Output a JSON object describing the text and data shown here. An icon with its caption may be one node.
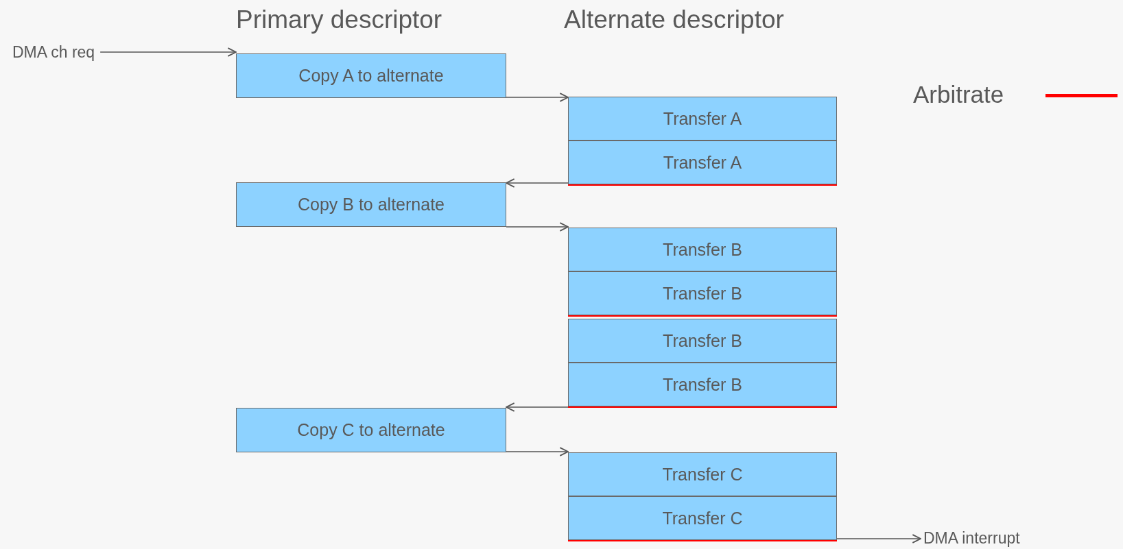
{
  "diagram": {
    "nodes": [
      {
        "text": [
          "DMA ch req"
        ]
      },
      {
        "text": [
          "Copy A to alternate"
        ]
      },
      {
        "text": [
          "Transfer A"
        ]
      },
      {
        "text": [
          "Transfer A"
        ]
      },
      {
        "text": [
          "Copy B to alternate"
        ]
      },
      {
        "text": [
          "Transfer B"
        ]
      },
      {
        "text": [
          "Transfer B"
        ]
      },
      {
        "text": [
          "Transfer B"
        ]
      },
      {
        "text": [
          "Transfer B"
        ]
      },
      {
        "text": [
          "Copy C to alternate"
        ]
      },
      {
        "text": [
          "Transfer C"
        ]
      },
      {
        "text": [
          "Transfer C"
        ]
      },
      {
        "text": [
          "DMA interrupt"
        ]
      }
    ],
    "edges": [
      {
        "from": 0,
        "to": 1,
        "arrow": "to"
      },
      {
        "from": 1,
        "to": 2,
        "arrow": "to"
      },
      {
        "from": 3,
        "to": 4,
        "arrow": "to"
      },
      {
        "from": 4,
        "to": 5,
        "arrow": "to"
      },
      {
        "from": 8,
        "to": 9,
        "arrow": "to"
      },
      {
        "from": 9,
        "to": 10,
        "arrow": "to"
      },
      {
        "from": 11,
        "to": 12,
        "arrow": "to"
      }
    ],
    "labels": [
      "Primary descriptor",
      "Alternate descriptor"
    ],
    "legend": [
      {
        "text": "Arbitrate"
      }
    ]
  }
}
